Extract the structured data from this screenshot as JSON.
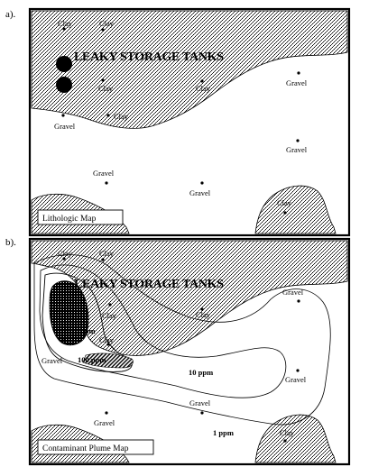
{
  "panel_a": {
    "letter": "a).",
    "title": "LEAKY STORAGE TANKS",
    "caption": "Lithologic Map",
    "labels": {
      "clay_1": "Clay",
      "clay_2": "Clay",
      "clay_3": "Clay",
      "clay_4": "Clay",
      "clay_5": "Clay",
      "clay_6": "Clay",
      "gravel_1": "Gravel",
      "gravel_2": "Gravel",
      "gravel_3": "Gravel",
      "gravel_4": "Gravel",
      "gravel_5": "Gravel"
    }
  },
  "panel_b": {
    "letter": "b).",
    "title": "LEAKY STORAGE TANKS",
    "caption": "Contaminant Plume Map",
    "labels": {
      "clay_1": "Clay",
      "clay_2": "Clay",
      "clay_3": "Clay",
      "clay_4": "Clay",
      "clay_5": "Clay",
      "clay_6": "Clay",
      "gravel_1": "Gravel",
      "gravel_2": "Gravel",
      "gravel_3": "Gravel",
      "gravel_4": "Gravel",
      "gravel_5": "Gravel",
      "ppm_100": "100 ppm",
      "ppm_10": "10 ppm",
      "ppm_1": "1 ppm",
      "ppm_partial": "ppm"
    }
  },
  "colors": {
    "ink": "#000000",
    "paper": "#ffffff"
  }
}
